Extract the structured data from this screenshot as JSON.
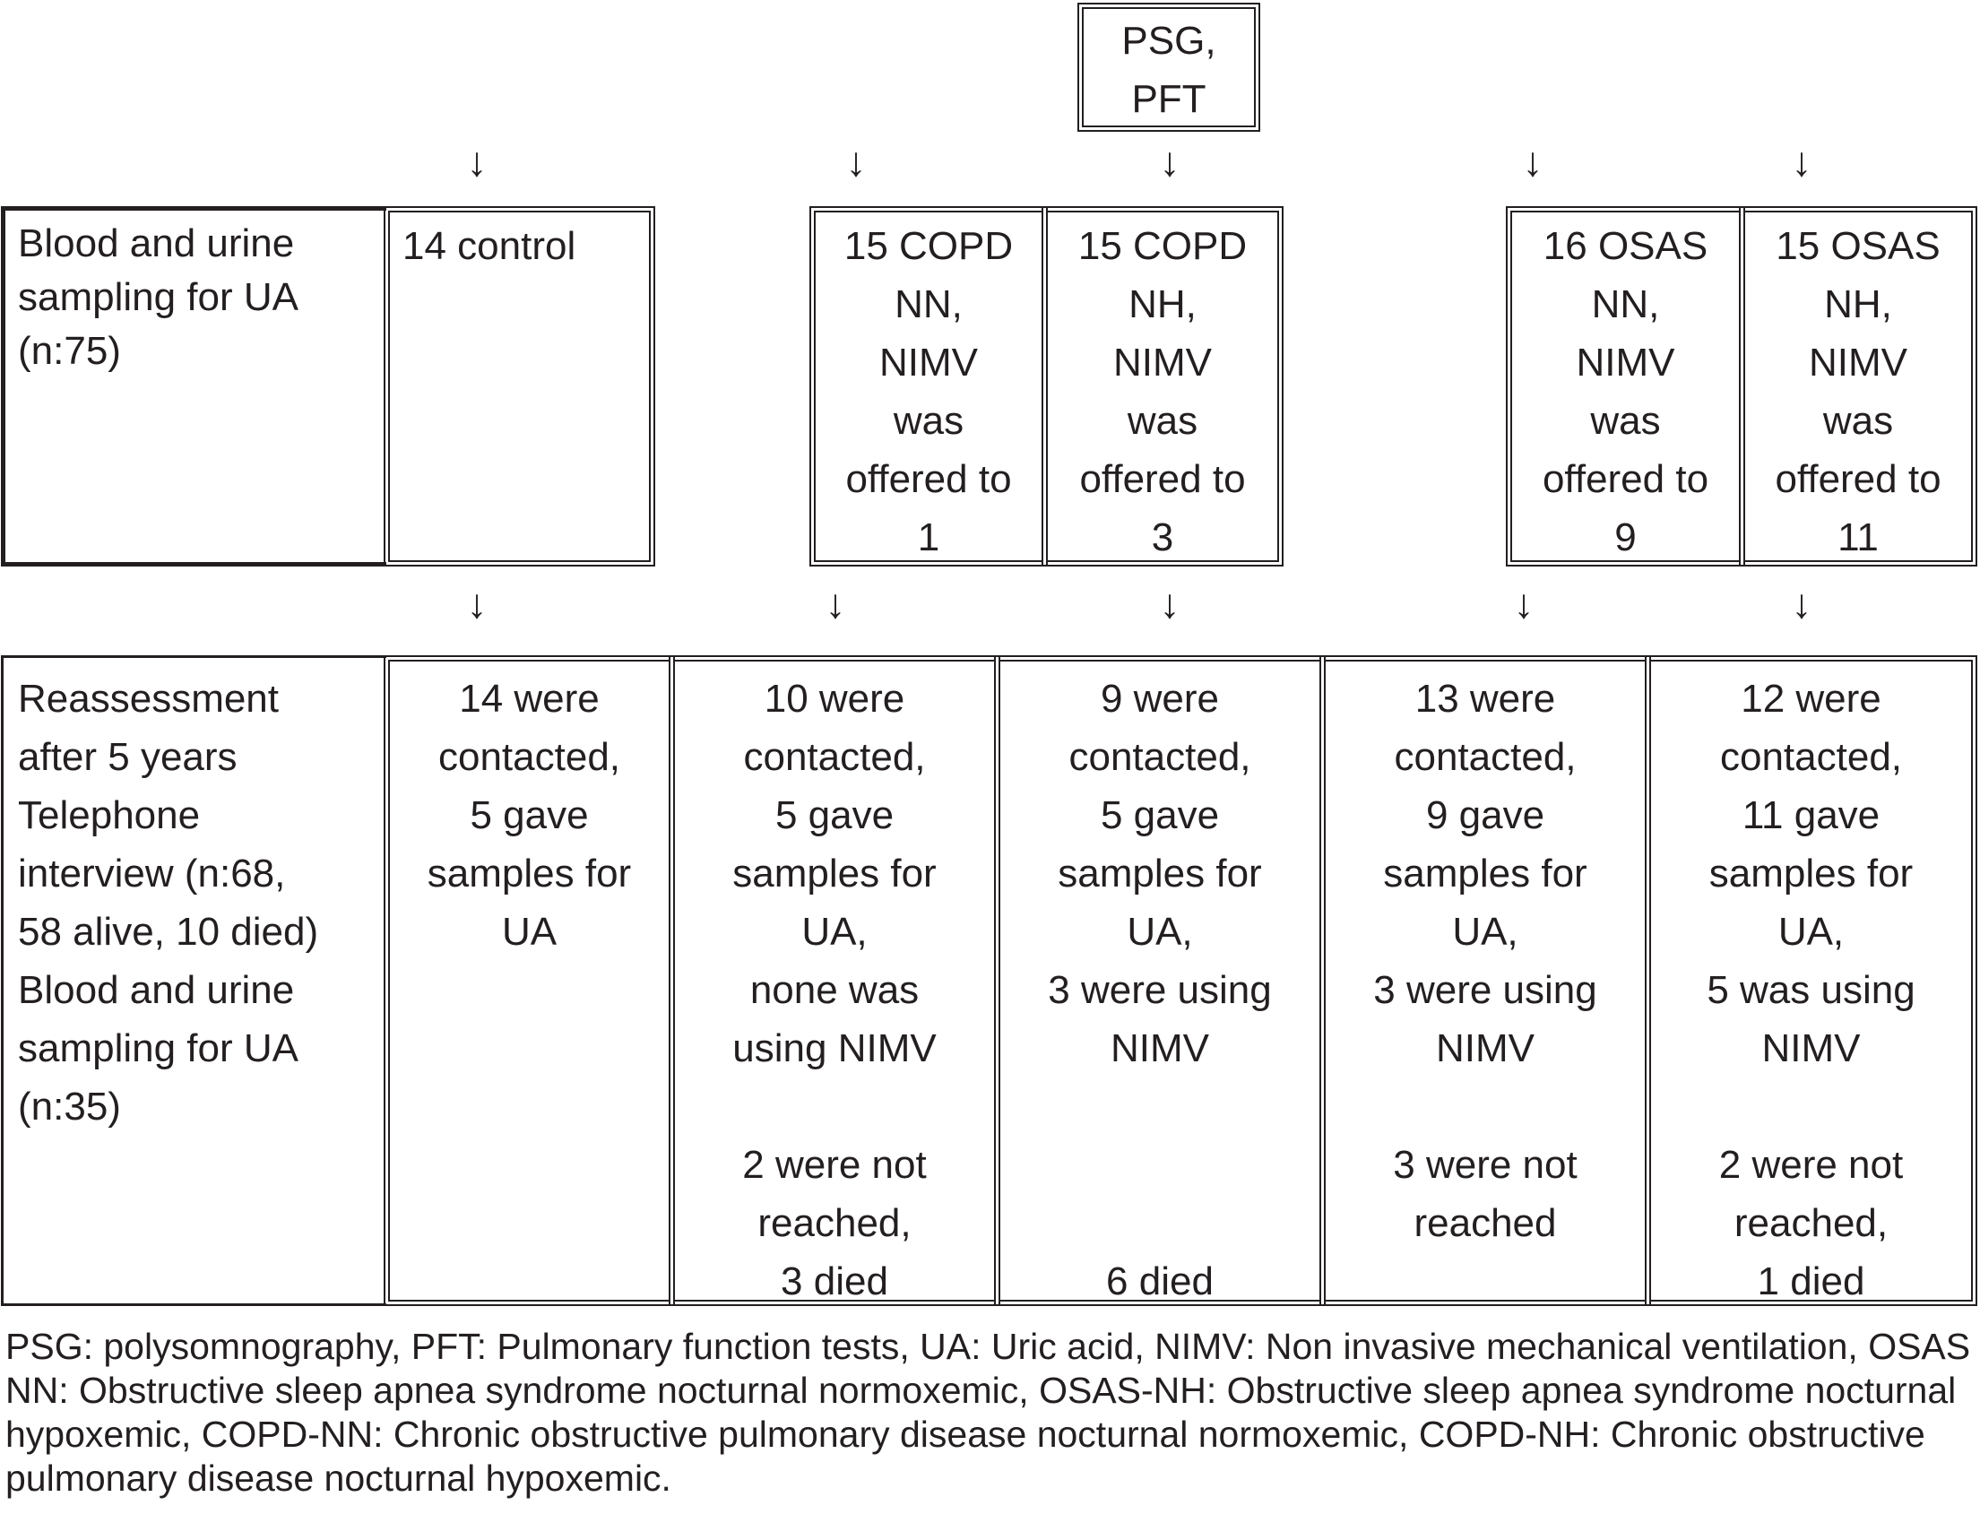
{
  "top_box": "PSG,\nPFT",
  "row1": {
    "label": "Blood and urine\nsampling for UA\n(n:75)",
    "cells": [
      "14 control",
      "15 COPD\nNN,\nNIMV\nwas\noffered to\n1",
      "15 COPD\nNH,\nNIMV\nwas\noffered to\n3",
      "16 OSAS\nNN,\nNIMV\nwas\noffered to\n9",
      "15 OSAS\nNH,\nNIMV\nwas\noffered to\n11"
    ]
  },
  "row2": {
    "label": "Reassessment\nafter 5 years\nTelephone\ninterview (n:68,\n58 alive, 10 died)\nBlood and urine\nsampling for UA\n(n:35)",
    "cells": [
      "14 were\ncontacted,\n5 gave\nsamples for\nUA",
      "10 were\ncontacted,\n5 gave\nsamples for\nUA,\nnone was\nusing NIMV\n\n2 were not\nreached,\n3 died",
      "9 were\ncontacted,\n5 gave\nsamples for\nUA,\n3 were using\nNIMV\n\n\n\n6 died",
      "13 were\ncontacted,\n9 gave\nsamples for\nUA,\n3 were using\nNIMV\n\n3 were not\nreached",
      "12 were\ncontacted,\n11 gave\nsamples for\nUA,\n5 was using\nNIMV\n\n2 were not\nreached,\n1 died"
    ]
  },
  "arrow_glyph": "↓",
  "caption": "PSG: polysomnography, PFT: Pulmonary function tests, UA: Uric acid, NIMV: Non invasive mechanical ventilation, OSAS NN: Obstructive sleep apnea syndrome nocturnal normoxemic, OSAS-NH: Obstructive sleep apnea syndrome nocturnal hypoxemic, COPD-NN: Chronic obstructive pulmonary disease nocturnal normoxemic, COPD-NH: Chronic obstructive pulmonary disease nocturnal hypoxemic."
}
